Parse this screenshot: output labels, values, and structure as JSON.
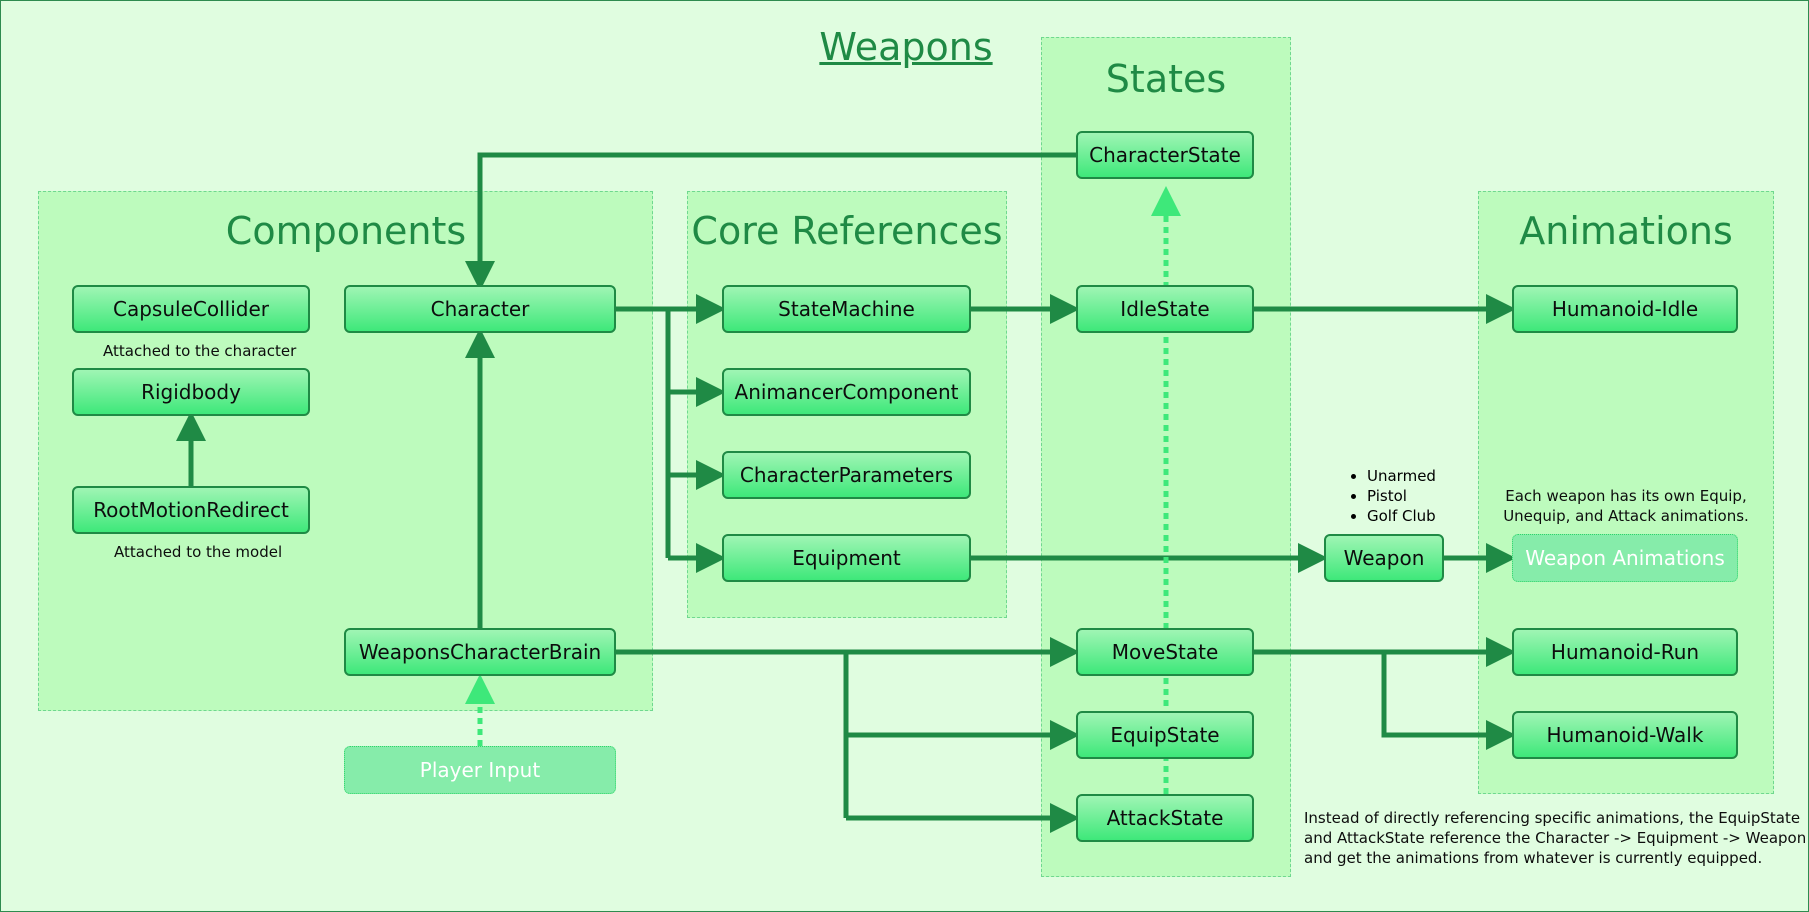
{
  "title": "Weapons",
  "colors": {
    "background": "#e0fde0",
    "group": "#bdfbbd",
    "wire": "#1f8a45",
    "dashed_wire": "#3ee87a",
    "node_fill": "#3ee87a"
  },
  "groups": {
    "components": "Components",
    "core": "Core References",
    "states": "States",
    "animations": "Animations"
  },
  "nodes": {
    "capsule_collider": "CapsuleCollider",
    "rigidbody": "Rigidbody",
    "root_motion_redirect": "RootMotionRedirect",
    "character": "Character",
    "weapons_character_brain": "WeaponsCharacterBrain",
    "player_input": "Player Input",
    "state_machine": "StateMachine",
    "animancer_component": "AnimancerComponent",
    "character_parameters": "CharacterParameters",
    "equipment": "Equipment",
    "character_state": "CharacterState",
    "idle_state": "IdleState",
    "move_state": "MoveState",
    "equip_state": "EquipState",
    "attack_state": "AttackState",
    "weapon": "Weapon",
    "humanoid_idle": "Humanoid-Idle",
    "weapon_animations": "Weapon Animations",
    "humanoid_run": "Humanoid-Run",
    "humanoid_walk": "Humanoid-Walk"
  },
  "notes": {
    "attached_character": "Attached to the character",
    "attached_model": "Attached to the model",
    "weapon_list": [
      "Unarmed",
      "Pistol",
      "Golf Club"
    ],
    "weapon_anims_1": "Each weapon has its own Equip,",
    "weapon_anims_2": "Unequip, and Attack animations.",
    "footer_1": "Instead of directly referencing specific animations, the EquipState",
    "footer_2": "and AttackState reference the Character -> Equipment -> Weapon",
    "footer_3": "and get the animations from whatever is currently equipped."
  }
}
